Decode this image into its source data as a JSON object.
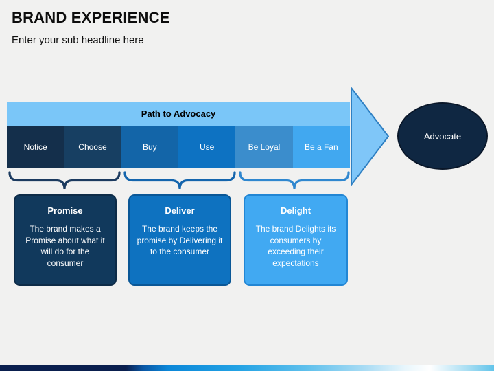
{
  "slide": {
    "title": "BRAND EXPERIENCE",
    "subtitle": "Enter your sub headline here"
  },
  "diagram": {
    "band": {
      "title": "Path to Advocacy",
      "fill": "#7AC6F8"
    },
    "stages": [
      {
        "label": "Notice",
        "color": "#142F4B"
      },
      {
        "label": "Choose",
        "color": "#173F62"
      },
      {
        "label": "Buy",
        "color": "#1365A8"
      },
      {
        "label": "Use",
        "color": "#0D72C2"
      },
      {
        "label": "Be Loyal",
        "color": "#3B8DCC"
      },
      {
        "label": "Be a Fan",
        "color": "#41A8F0"
      }
    ],
    "arrow": {
      "fill": "#7FC6F8",
      "border": "#2E7FC2"
    },
    "advocate": {
      "label": "Advocate",
      "fill": "#0F2742",
      "border": "#0A1729"
    },
    "groups": [
      {
        "title": "Promise",
        "description": "The brand makes a Promise about what it will do for the consumer",
        "box_fill": "#11395C",
        "box_border": "#0D2B47",
        "brace_color": "#1B3A5F"
      },
      {
        "title": "Deliver",
        "description": "The brand keeps the promise by Delivering it to the consumer",
        "box_fill": "#0E72C0",
        "box_border": "#0A5796",
        "brace_color": "#1465AD"
      },
      {
        "title": "Delight",
        "description": "The brand Delights its consumers by exceeding their expectations",
        "box_fill": "#41A9F2",
        "box_border": "#2286D4",
        "brace_color": "#2F87CF"
      }
    ]
  },
  "footer": {
    "bar_colors": [
      "#0A1F4E",
      "#0B87D8",
      "#23A2E4",
      "#5FC0EC",
      "#FFFFFF",
      "#62C4EA"
    ]
  }
}
